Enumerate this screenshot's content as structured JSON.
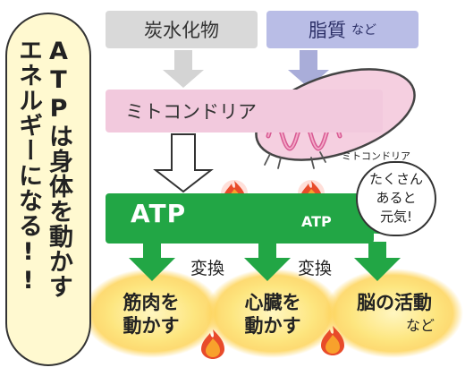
{
  "inputs": {
    "carbohydrate": "炭水化物",
    "lipid": "脂質",
    "lipid_suffix": "など"
  },
  "mitochondria": {
    "band_label": "ミトコンドリア",
    "caption": "ミトコンドリア"
  },
  "atp": {
    "label": "ATP",
    "small_label": "ATP"
  },
  "speech_left": {
    "line1": "ATPは身体を動かす",
    "line2": "エネルギーになる!!"
  },
  "speech_right": {
    "line1": "たくさん",
    "line2": "あると",
    "line3": "元気!"
  },
  "conversion": {
    "label1": "変換",
    "label2": "変換"
  },
  "outputs": {
    "muscle_line1": "筋肉を",
    "muscle_line2": "動かす",
    "heart_line1": "心臓を",
    "heart_line2": "動かす",
    "brain_line1": "脳の活動",
    "brain_line2": "など"
  },
  "colors": {
    "carb_box": "#d9d9d9",
    "lipid_box": "#b9bde6",
    "mito_band": "#f2c9dd",
    "atp_green": "#22a645",
    "glow": "#fcd94f",
    "flame_red": "#e84b2a",
    "flame_orange": "#f8a12c"
  },
  "icons": {
    "flame": "flame-icon",
    "mitochondria": "mitochondria-icon"
  }
}
